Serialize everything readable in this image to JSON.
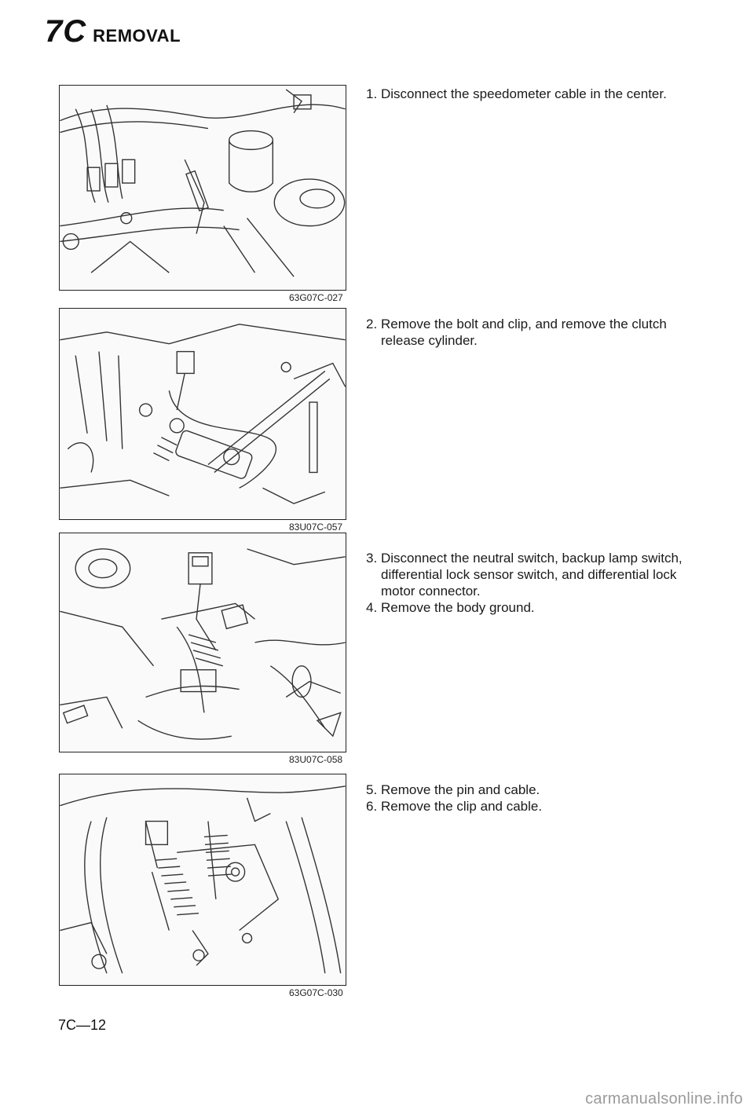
{
  "header": {
    "section": "7C",
    "title": "REMOVAL"
  },
  "figures": [
    {
      "code": "63G07C-027"
    },
    {
      "code": "83U07C-057"
    },
    {
      "code": "83U07C-058"
    },
    {
      "code": "63G07C-030"
    }
  ],
  "steps": {
    "s1": {
      "num": "1.",
      "text": "Disconnect the speedometer cable in the center."
    },
    "s2": {
      "num": "2.",
      "text": "Remove the bolt and clip, and remove the clutch release cylinder."
    },
    "s3": {
      "num": "3.",
      "text": "Disconnect the neutral switch, backup lamp switch, differential lock sensor switch, and differential lock motor connector."
    },
    "s4": {
      "num": "4.",
      "text": "Remove the body ground."
    },
    "s5": {
      "num": "5.",
      "text": "Remove the pin and cable."
    },
    "s6": {
      "num": "6.",
      "text": "Remove the clip and cable."
    }
  },
  "page_number": "7C—12",
  "watermark": "carmanualsonline.info"
}
